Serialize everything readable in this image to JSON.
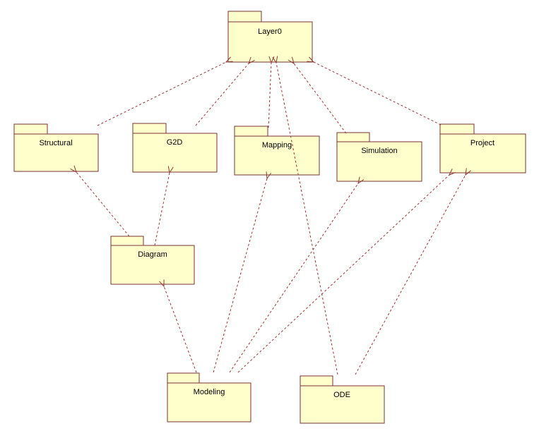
{
  "diagram": {
    "type": "uml-package-diagram",
    "title": "",
    "colors": {
      "package_fill": "#FFFFCC",
      "package_border": "#7A3333",
      "dependency_line": "#993333",
      "label_text": "#000000",
      "background": "#FFFFFF"
    },
    "packages": [
      {
        "id": "layer0",
        "label": "Layer0"
      },
      {
        "id": "structural",
        "label": "Structural"
      },
      {
        "id": "g2d",
        "label": "G2D"
      },
      {
        "id": "mapping",
        "label": "Mapping"
      },
      {
        "id": "simulation",
        "label": "Simulation"
      },
      {
        "id": "project",
        "label": "Project"
      },
      {
        "id": "diagram",
        "label": "Diagram"
      },
      {
        "id": "modeling",
        "label": "Modeling"
      },
      {
        "id": "ode",
        "label": "ODE"
      }
    ],
    "dependencies": [
      {
        "from": "Structural",
        "to": "Layer0"
      },
      {
        "from": "G2D",
        "to": "Layer0"
      },
      {
        "from": "Mapping",
        "to": "Layer0"
      },
      {
        "from": "Simulation",
        "to": "Layer0"
      },
      {
        "from": "Project",
        "to": "Layer0"
      },
      {
        "from": "ODE",
        "to": "Layer0"
      },
      {
        "from": "Diagram",
        "to": "Structural"
      },
      {
        "from": "Diagram",
        "to": "G2D"
      },
      {
        "from": "Modeling",
        "to": "Diagram"
      },
      {
        "from": "Modeling",
        "to": "Mapping"
      },
      {
        "from": "Modeling",
        "to": "Simulation"
      },
      {
        "from": "Modeling",
        "to": "Project"
      },
      {
        "from": "ODE",
        "to": "Project"
      }
    ]
  }
}
